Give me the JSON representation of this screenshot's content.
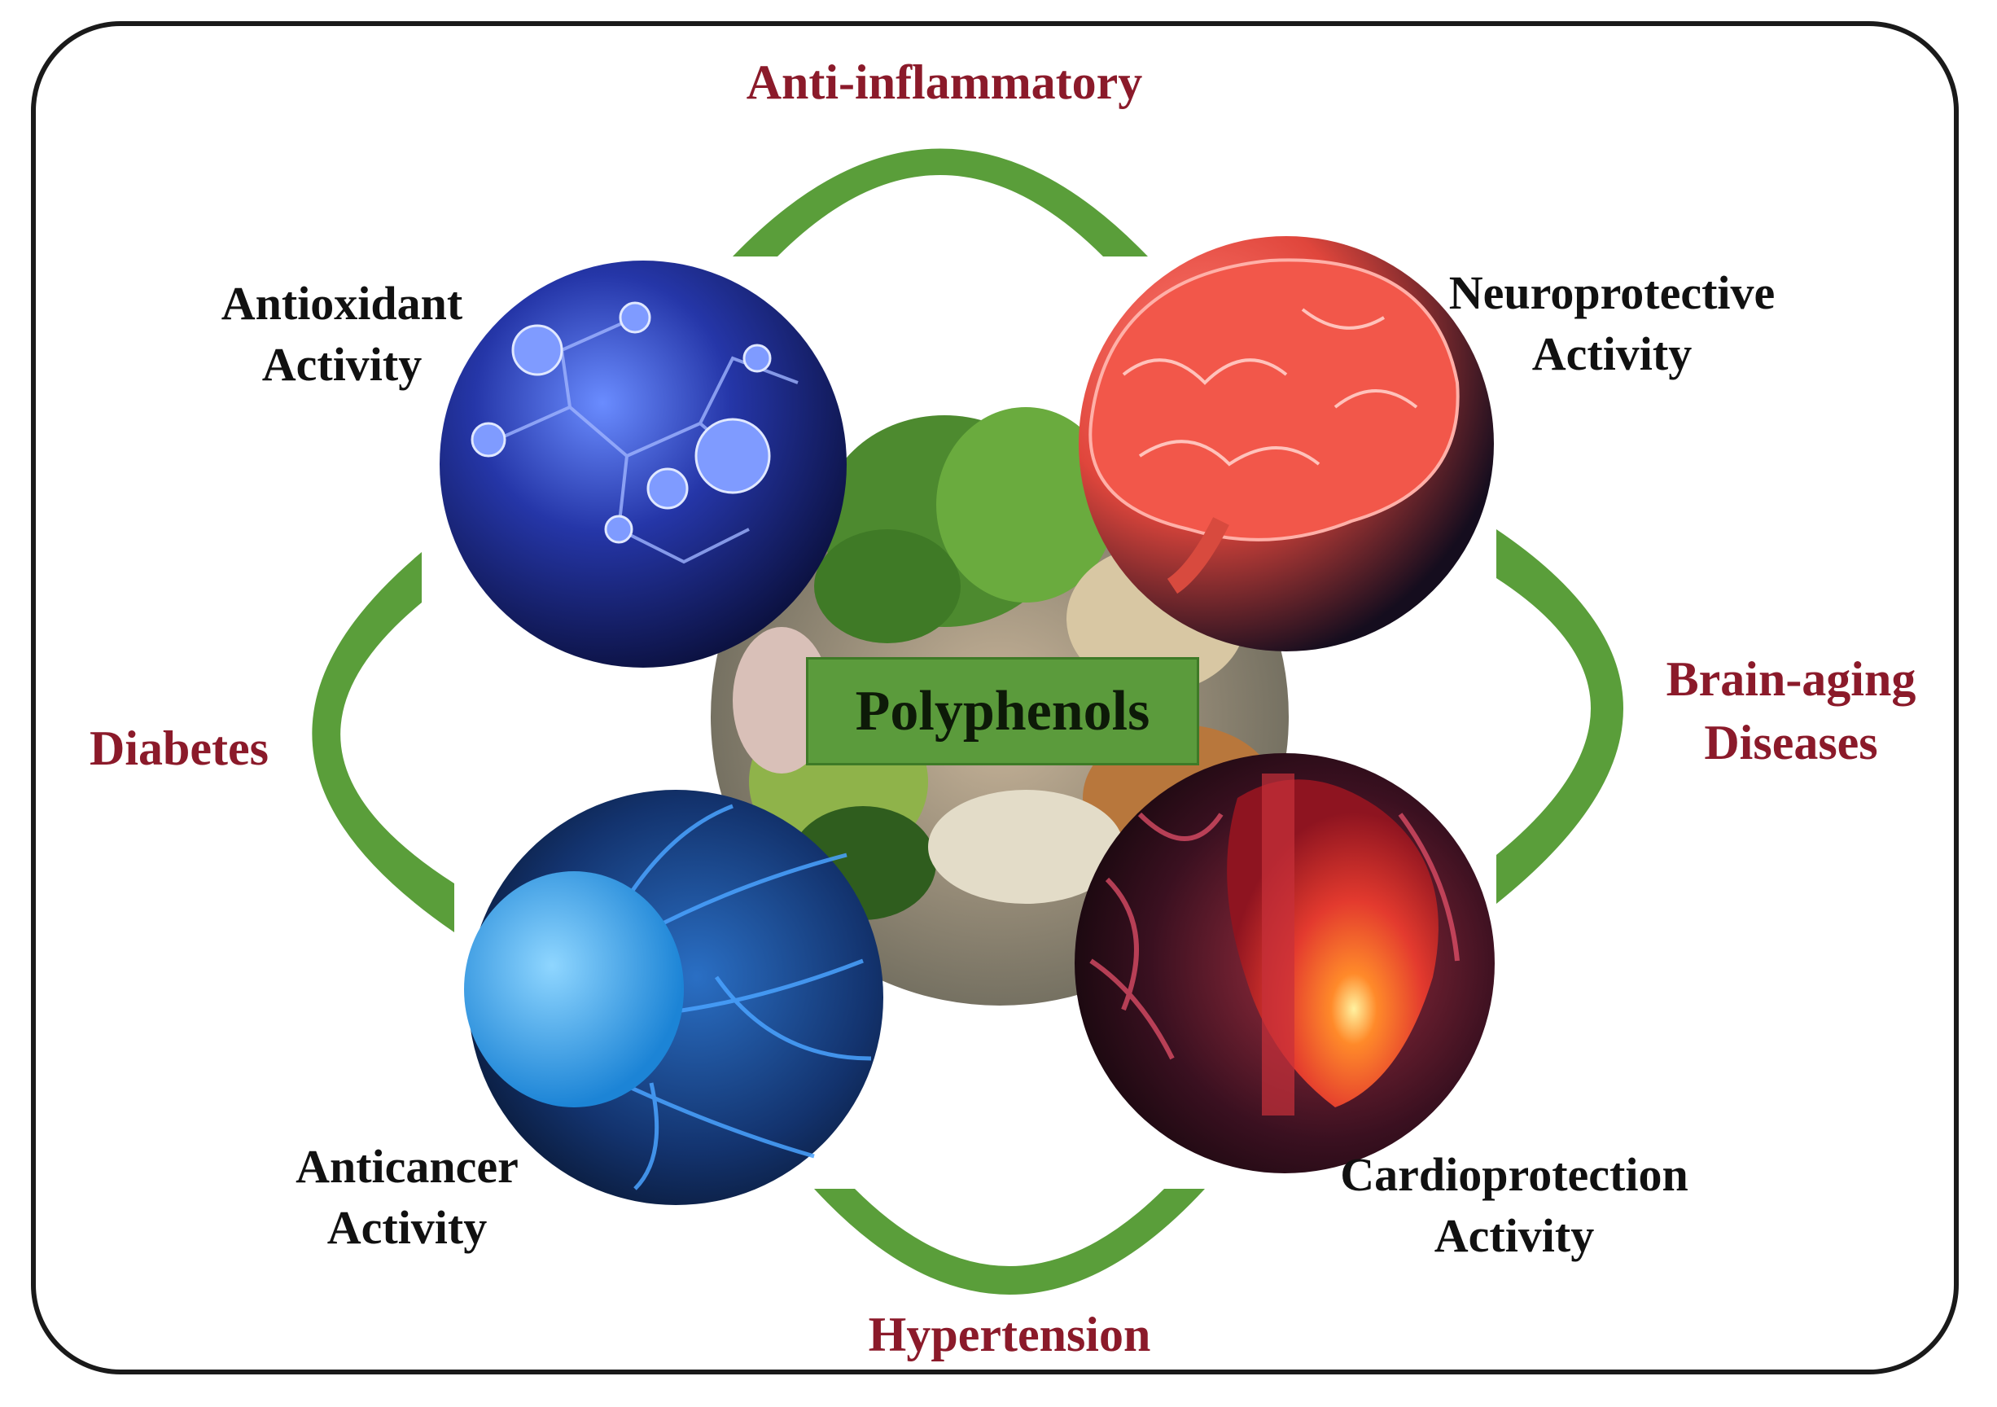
{
  "center": {
    "label": "Polyphenols"
  },
  "activities": {
    "antioxidant": {
      "line1": "Antioxidant",
      "line2": "Activity"
    },
    "neuroprotective": {
      "line1": "Neuroprotective",
      "line2": "Activity"
    },
    "anticancer": {
      "line1": "Anticancer",
      "line2": "Activity"
    },
    "cardioprotection": {
      "line1": "Cardioprotection",
      "line2": "Activity"
    }
  },
  "diseases": {
    "top": {
      "line1": "Anti-inflammatory"
    },
    "right": {
      "line1": "Brain-aging",
      "line2": "Diseases"
    },
    "bottom": {
      "line1": "Hypertension"
    },
    "left": {
      "line1": "Diabetes"
    }
  },
  "colors": {
    "arc_green": "#5a9e3a",
    "disease_text": "#8b1a2a",
    "center_box": "#5b9b3c",
    "frame_border": "#1a1a1a"
  },
  "icons": {
    "antioxidant": "molecule-sphere-icon",
    "neuroprotective": "brain-sphere-icon",
    "anticancer": "cancer-cell-sphere-icon",
    "cardioprotection": "heart-sphere-icon",
    "center": "polyphenol-foods-plate-icon"
  }
}
